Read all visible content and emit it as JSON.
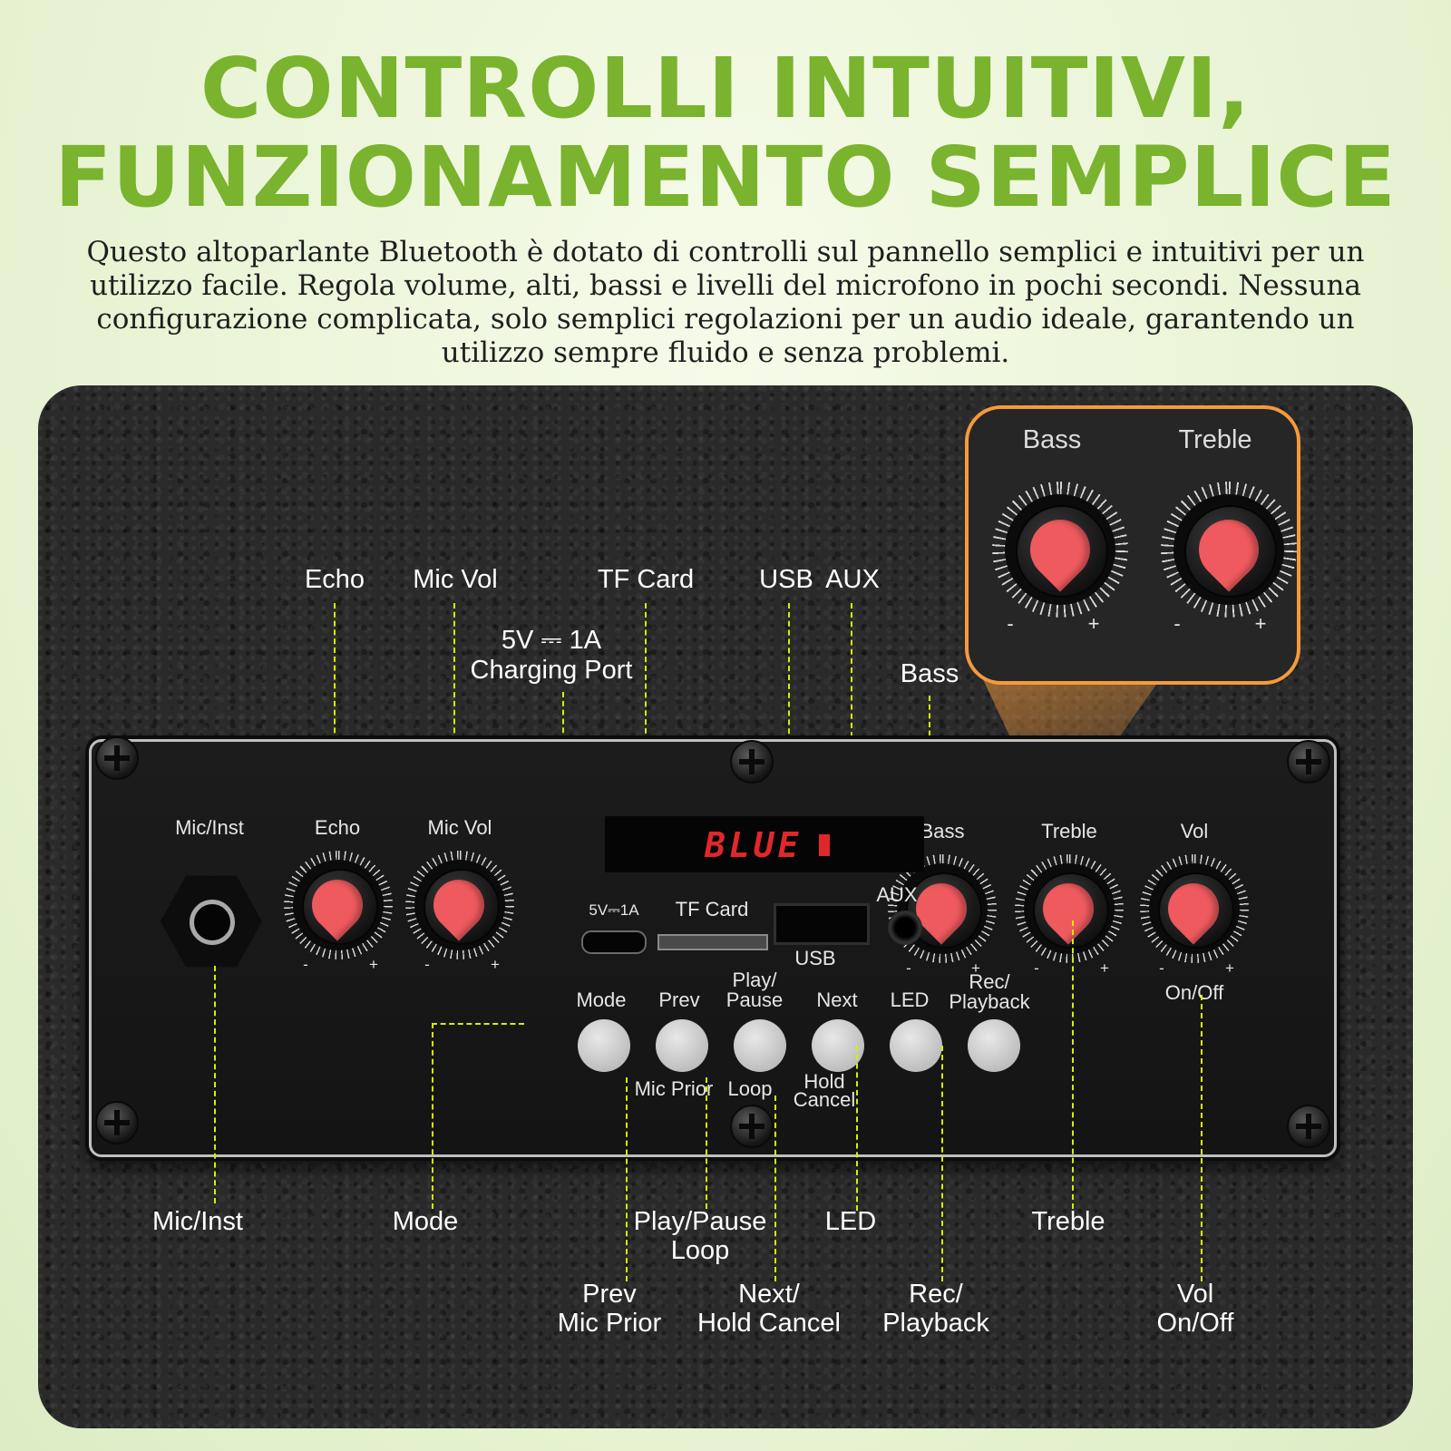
{
  "header": {
    "title_line1": "CONTROLLI INTUITIVI,",
    "title_line2": "FUNZIONAMENTO SEMPLICE",
    "description": "Questo altoparlante Bluetooth è dotato di controlli sul pannello semplici e intuitivi per un utilizzo facile. Regola volume, alti, bassi e livelli del microfono in pochi secondi. Nessuna configurazione complicata, solo semplici regolazioni per un audio ideale, garantendo un utilizzo sempre fluido e senza problemi."
  },
  "colors": {
    "title_green": "#7ab32e",
    "callout_line": "#d5f000",
    "knob_pointer": "#ee5a5e",
    "inset_border": "#f59a3c",
    "display_red": "#e0282a"
  },
  "top_callouts": {
    "echo": "Echo",
    "mic_vol": "Mic Vol",
    "tf_card": "TF Card",
    "usb": "USB",
    "aux": "AUX",
    "charging_line1": "5V ⎓ 1A",
    "charging_line2": "Charging Port",
    "bass": "Bass"
  },
  "inset": {
    "bass": "Bass",
    "treble": "Treble",
    "minus": "-",
    "plus": "+"
  },
  "panel": {
    "display_text": "BLUE",
    "mic_inst": "Mic/Inst",
    "echo": "Echo",
    "mic_vol": "Mic Vol",
    "bass": "Bass",
    "treble": "Treble",
    "vol": "Vol",
    "minus": "-",
    "plus": "+",
    "port_charge": "5V⎓1A",
    "port_tf": "TF Card",
    "port_usb": "USB",
    "port_aux": "AUX",
    "rec_playback_line1": "Rec/",
    "rec_playback_line2": "Playback",
    "on_off": "On/Off",
    "btn_mode": "Mode",
    "btn_prev": "Prev",
    "btn_play_line1": "Play/",
    "btn_play_line2": "Pause",
    "btn_next": "Next",
    "btn_led": "LED",
    "under_mic_prior": "Mic Prior",
    "under_loop": "Loop",
    "under_hold_line1": "Hold",
    "under_hold_line2": "Cancel"
  },
  "bottom_callouts": {
    "mic_inst": "Mic/Inst",
    "mode": "Mode",
    "play_pause": "Play/Pause",
    "loop": "Loop",
    "led": "LED",
    "treble": "Treble",
    "prev": "Prev",
    "mic_prior": "Mic Prior",
    "next": "Next/",
    "hold_cancel": "Hold Cancel",
    "rec": "Rec/",
    "playback": "Playback",
    "vol": "Vol",
    "on_off": "On/Off"
  }
}
